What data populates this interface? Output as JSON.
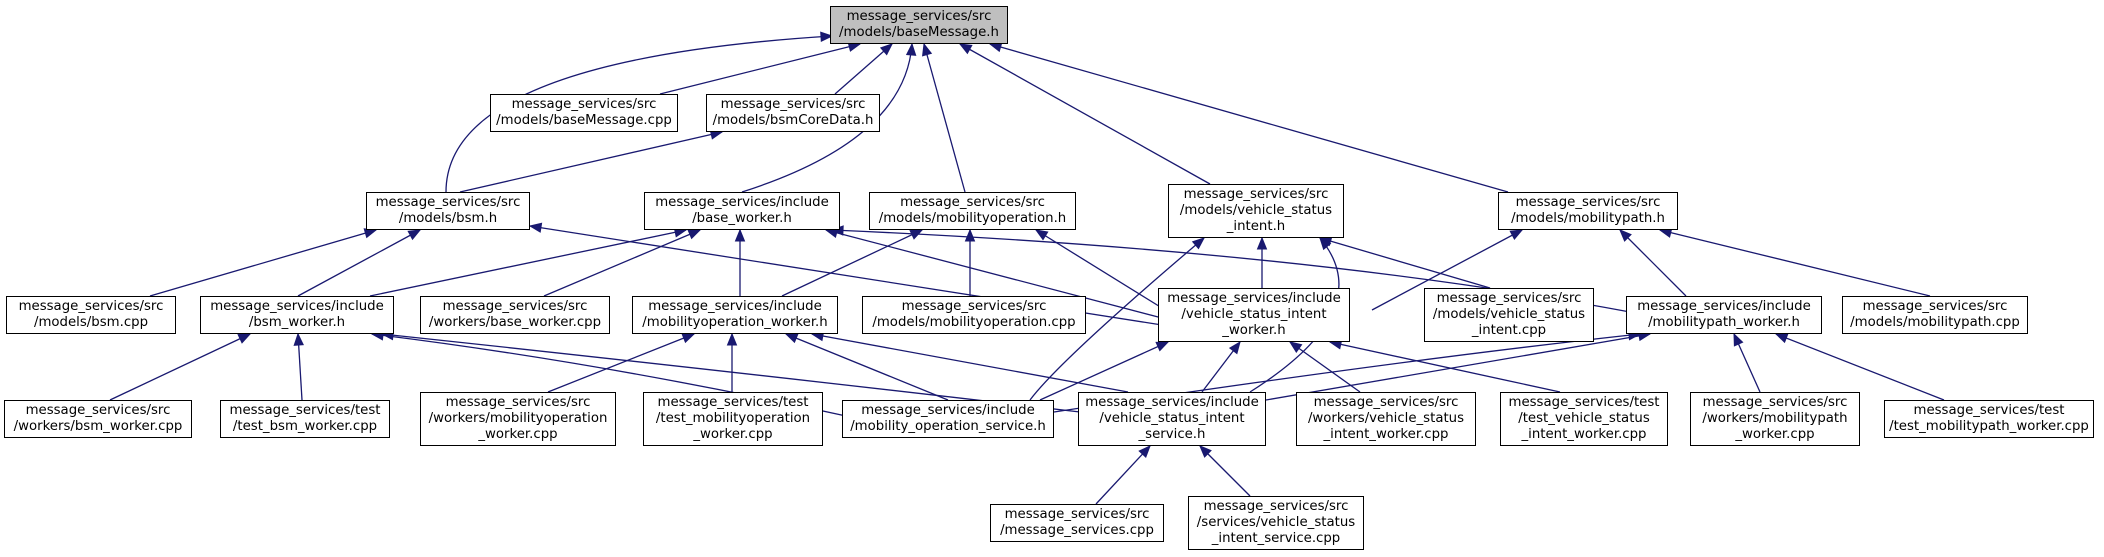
{
  "diagram": {
    "accent_color": "#191970",
    "root_fill": "#bfbfbf",
    "nodes": {
      "n_basemsg_h": [
        "message_services/src",
        "/models/baseMessage.h"
      ],
      "n_basemsg_cpp": [
        "message_services/src",
        "/models/baseMessage.cpp"
      ],
      "n_bsmcore_h": [
        "message_services/src",
        "/models/bsmCoreData.h"
      ],
      "n_bsm_h": [
        "message_services/src",
        "/models/bsm.h"
      ],
      "n_base_worker_h": [
        "message_services/include",
        "/base_worker.h"
      ],
      "n_mobop_h": [
        "message_services/src",
        "/models/mobilityoperation.h"
      ],
      "n_vsi_h": [
        "message_services/src",
        "/models/vehicle_status",
        "_intent.h"
      ],
      "n_mobpath_h": [
        "message_services/src",
        "/models/mobilitypath.h"
      ],
      "n_bsm_cpp": [
        "message_services/src",
        "/models/bsm.cpp"
      ],
      "n_bsm_worker_h": [
        "message_services/include",
        "/bsm_worker.h"
      ],
      "n_base_worker_cpp": [
        "message_services/src",
        "/workers/base_worker.cpp"
      ],
      "n_mobop_worker_h": [
        "message_services/include",
        "/mobilityoperation_worker.h"
      ],
      "n_mobop_cpp": [
        "message_services/src",
        "/models/mobilityoperation.cpp"
      ],
      "n_vsi_worker_h": [
        "message_services/include",
        "/vehicle_status_intent",
        "_worker.h"
      ],
      "n_vsi_cpp": [
        "message_services/src",
        "/models/vehicle_status",
        "_intent.cpp"
      ],
      "n_mobpath_worker_h": [
        "message_services/include",
        "/mobilitypath_worker.h"
      ],
      "n_mobpath_cpp": [
        "message_services/src",
        "/models/mobilitypath.cpp"
      ],
      "n_bsm_worker_cpp": [
        "message_services/src",
        "/workers/bsm_worker.cpp"
      ],
      "n_test_bsm_worker_cpp": [
        "message_services/test",
        "/test_bsm_worker.cpp"
      ],
      "n_mobop_worker_cpp": [
        "message_services/src",
        "/workers/mobilityoperation",
        "_worker.cpp"
      ],
      "n_test_mobop_worker_cpp": [
        "message_services/test",
        "/test_mobilityoperation",
        "_worker.cpp"
      ],
      "n_mobop_service_h": [
        "message_services/include",
        "/mobility_operation_service.h"
      ],
      "n_vsi_service_h": [
        "message_services/include",
        "/vehicle_status_intent",
        "_service.h"
      ],
      "n_vsi_worker_cpp": [
        "message_services/src",
        "/workers/vehicle_status",
        "_intent_worker.cpp"
      ],
      "n_test_vsi_worker_cpp": [
        "message_services/test",
        "/test_vehicle_status",
        "_intent_worker.cpp"
      ],
      "n_mobpath_worker_cpp": [
        "message_services/src",
        "/workers/mobilitypath",
        "_worker.cpp"
      ],
      "n_test_mobpath_worker_cpp": [
        "message_services/test",
        "/test_mobilitypath_worker.cpp"
      ],
      "n_message_services_cpp": [
        "message_services/src",
        "/message_services.cpp"
      ],
      "n_vsi_service_cpp": [
        "message_services/src",
        "/services/vehicle_status",
        "_intent_service.cpp"
      ]
    }
  }
}
